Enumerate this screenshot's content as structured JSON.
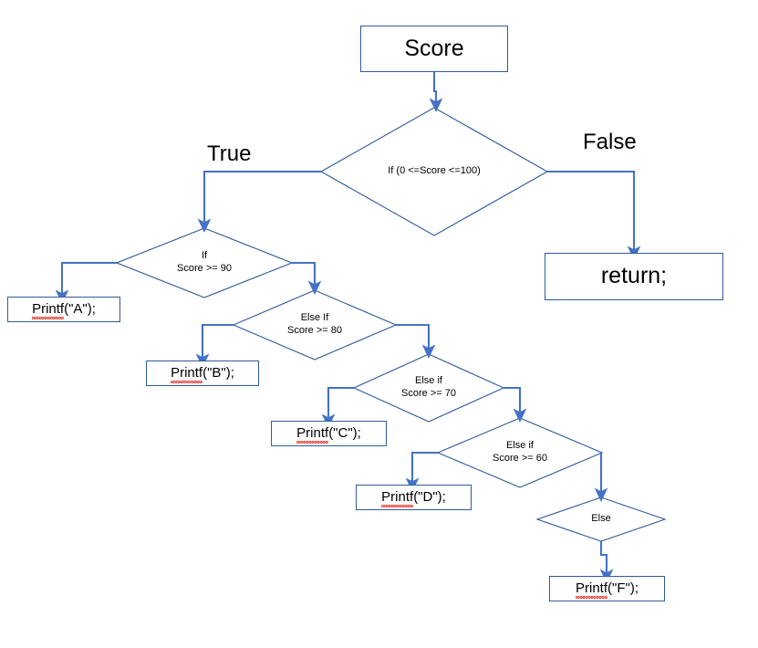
{
  "diagram": {
    "title": "Score grading flowchart",
    "colors": {
      "stroke": "#2e5b9a",
      "arrow": "#4472c4",
      "text": "#000000",
      "background": "#ffffff",
      "spellcheck_underline": "#e8453c"
    },
    "start": {
      "label": "Score"
    },
    "branch_labels": {
      "true": "True",
      "false": "False"
    },
    "return_box": {
      "label": "return;"
    },
    "decisions": [
      {
        "id": "range-check",
        "line1": "If (0 <=Score <=100)",
        "line2": ""
      },
      {
        "id": "score-90",
        "line1": "If",
        "line2": "Score >= 90"
      },
      {
        "id": "score-80",
        "line1": "Else If",
        "line2": "Score >= 80"
      },
      {
        "id": "score-70",
        "line1": "Else if",
        "line2": "Score >= 70"
      },
      {
        "id": "score-60",
        "line1": "Else if",
        "line2": "Score >= 60"
      },
      {
        "id": "else",
        "line1": "Else",
        "line2": ""
      }
    ],
    "statements": [
      {
        "id": "printf-a",
        "fn": "Printf",
        "rest": "(\"A\");"
      },
      {
        "id": "printf-b",
        "fn": "Printf",
        "rest": "(\"B\");"
      },
      {
        "id": "printf-c",
        "fn": "Printf",
        "rest": "(\"C\");"
      },
      {
        "id": "printf-d",
        "fn": "Printf",
        "rest": "(\"D\");"
      },
      {
        "id": "printf-f",
        "fn": "Printf",
        "rest": "(\"F\");"
      }
    ]
  }
}
